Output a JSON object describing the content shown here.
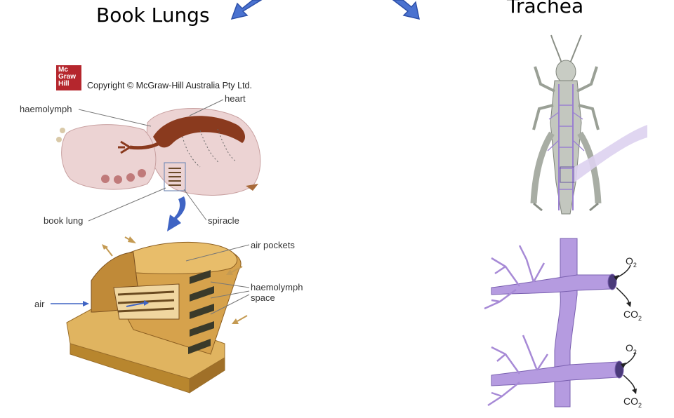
{
  "headings": {
    "book_lungs": "Book Lungs",
    "trachea": "Trachea"
  },
  "book_lung_figure": {
    "logo_text": "Mc Graw Hill",
    "copyright": "Copyright © McGraw-Hill Australia Pty Ltd.",
    "labels": {
      "haemolymph": "haemolymph",
      "heart": "heart",
      "book_lung": "book lung",
      "spiracle": "spiracle",
      "air_pockets": "air pockets",
      "haemolymph_space_line1": "haemolymph",
      "haemolymph_space_line2": "space",
      "air": "air"
    }
  },
  "trachea_figure": {
    "gas_labels": {
      "o2_top": "O",
      "co2_top": "CO",
      "o2_bottom": "O",
      "co2_bottom": "CO",
      "subscript": "2"
    }
  },
  "colors": {
    "arrow_blue": "#3f64c4",
    "body_pink": "#e9c9c9",
    "heart_brown": "#8a3a1e",
    "lung_tan": "#c89a4a",
    "trachea_purple": "#a98ad0",
    "insect_gray": "#b8bdb3"
  }
}
